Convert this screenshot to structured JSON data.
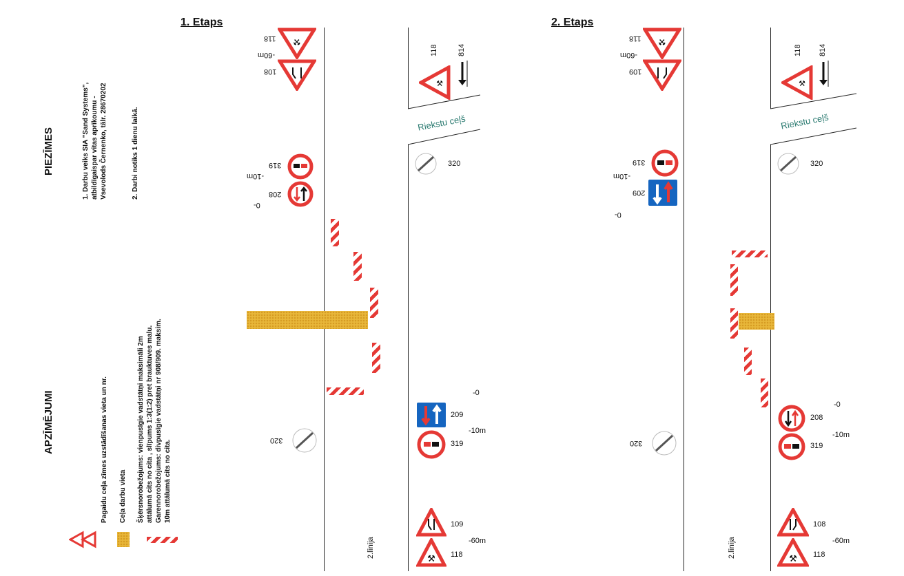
{
  "legend": {
    "heading_notes": "PIEZĪMES",
    "note1_line1": "1. Darbu veiks SIA \"Sand Systems\",",
    "note1_line2": "atbildīgaispar vitas aprīkoumu -",
    "note1_line3": "Vsevolods Černenko, tālr. 28670202",
    "note2": "2. Darbi notiks 1 dienu laikā.",
    "heading_legend": "APZĪMĒJUMI",
    "item_signs": "Pagaidu ceļa zīmes uzstādīšanas vieta un nr.",
    "item_work": "Ceļa darbu vieta",
    "item_barrier_line1": "Šķērsnorobežojums: vienpusīgie vadstātņi maksimāli 2m",
    "item_barrier_line2": "attālumā cits no cita , slīpums 1:3(1:2) pret brauktuves malu.",
    "item_barrier_line3": "Garennorobežojums: divpusīgie vadstātņi nr 908/909. maksim.",
    "item_barrier_line4": "10m attālumā cits no cita."
  },
  "stage1": {
    "title": "1. Etaps",
    "street": "Riekstu ceļš",
    "line_label": "2.līnija",
    "top_signs": {
      "s1": "118",
      "s2": "108",
      "dist": "-60m",
      "s3": "319",
      "s4": "208",
      "dist2": "-10m",
      "zero": "0-"
    },
    "right_top": {
      "s1": "118",
      "s2": "814"
    },
    "right_320": "320",
    "left_320": "320",
    "bottom": {
      "zero": "-0",
      "s1": "209",
      "dist": "-10m",
      "s2": "319",
      "s3": "109",
      "dist2": "-60m",
      "s4": "118"
    }
  },
  "stage2": {
    "title": "2. Etaps",
    "street": "Riekstu ceļš",
    "line_label": "2.līnija",
    "top_signs": {
      "s1": "118",
      "s2": "109",
      "dist": "-60m",
      "s3": "319",
      "s4": "209",
      "dist2": "-10m",
      "zero": "0-"
    },
    "right_top": {
      "s1": "118",
      "s2": "814"
    },
    "right_320": "320",
    "left_320": "320",
    "bottom": {
      "zero": "-0",
      "s1": "208",
      "dist": "-10m",
      "s2": "319",
      "s3": "108",
      "dist2": "-60m",
      "s4": "118"
    }
  },
  "colors": {
    "red": "#e53935",
    "blue": "#1565c0",
    "work": "#e8b73a"
  }
}
